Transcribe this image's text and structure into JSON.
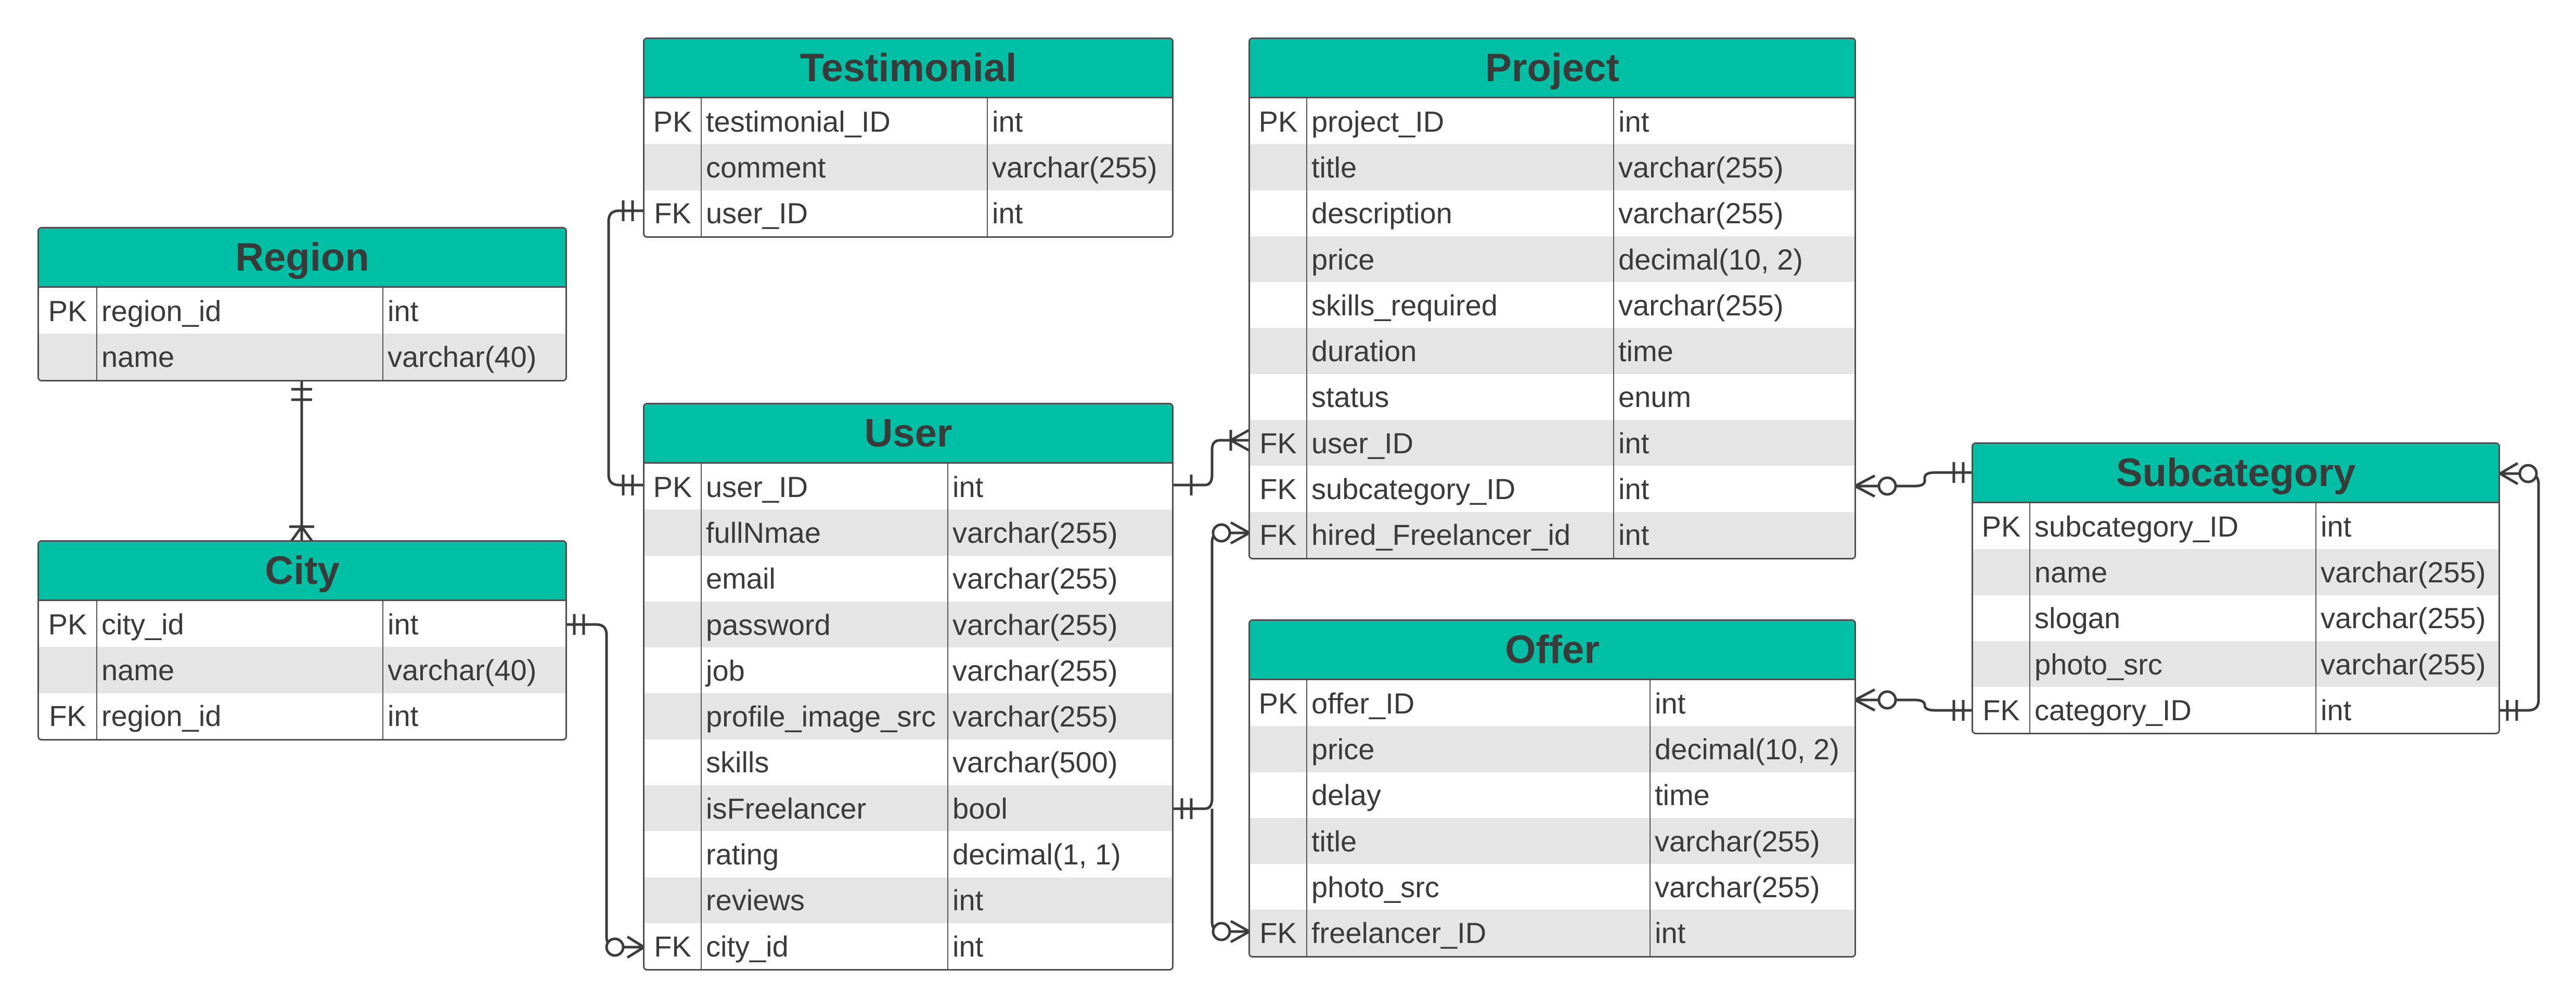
{
  "tables": {
    "testimonial": {
      "title": "Testimonial",
      "rows": [
        {
          "key": "PK",
          "name": "testimonial_ID",
          "type": "int"
        },
        {
          "key": "",
          "name": "comment",
          "type": "varchar(255)"
        },
        {
          "key": "FK",
          "name": "user_ID",
          "type": "int"
        }
      ]
    },
    "project": {
      "title": "Project",
      "rows": [
        {
          "key": "PK",
          "name": "project_ID",
          "type": "int"
        },
        {
          "key": "",
          "name": "title",
          "type": "varchar(255)"
        },
        {
          "key": "",
          "name": "description",
          "type": "varchar(255)"
        },
        {
          "key": "",
          "name": "price",
          "type": "decimal(10, 2)"
        },
        {
          "key": "",
          "name": "skills_required",
          "type": "varchar(255)"
        },
        {
          "key": "",
          "name": "duration",
          "type": "time"
        },
        {
          "key": "",
          "name": "status",
          "type": "enum"
        },
        {
          "key": "FK",
          "name": "user_ID",
          "type": "int"
        },
        {
          "key": "FK",
          "name": "subcategory_ID",
          "type": "int"
        },
        {
          "key": "FK",
          "name": "hired_Freelancer_id",
          "type": "int"
        }
      ]
    },
    "region": {
      "title": "Region",
      "rows": [
        {
          "key": "PK",
          "name": "region_id",
          "type": "int"
        },
        {
          "key": "",
          "name": "name",
          "type": "varchar(40)"
        }
      ]
    },
    "user": {
      "title": "User",
      "rows": [
        {
          "key": "PK",
          "name": "user_ID",
          "type": "int"
        },
        {
          "key": "",
          "name": "fullNmae",
          "type": "varchar(255)"
        },
        {
          "key": "",
          "name": "email",
          "type": "varchar(255)"
        },
        {
          "key": "",
          "name": "password",
          "type": "varchar(255)"
        },
        {
          "key": "",
          "name": "job",
          "type": "varchar(255)"
        },
        {
          "key": "",
          "name": "profile_image_src",
          "type": "varchar(255)"
        },
        {
          "key": "",
          "name": "skills",
          "type": "varchar(500)"
        },
        {
          "key": "",
          "name": "isFreelancer",
          "type": "bool"
        },
        {
          "key": "",
          "name": "rating",
          "type": "decimal(1, 1)"
        },
        {
          "key": "",
          "name": "reviews",
          "type": "int"
        },
        {
          "key": "FK",
          "name": "city_id",
          "type": "int"
        }
      ]
    },
    "subcategory": {
      "title": "Subcategory",
      "rows": [
        {
          "key": "PK",
          "name": "subcategory_ID",
          "type": "int"
        },
        {
          "key": "",
          "name": "name",
          "type": "varchar(255)"
        },
        {
          "key": "",
          "name": "slogan",
          "type": "varchar(255)"
        },
        {
          "key": "",
          "name": "photo_src",
          "type": "varchar(255)"
        },
        {
          "key": "FK",
          "name": "category_ID",
          "type": "int"
        }
      ]
    },
    "city": {
      "title": "City",
      "rows": [
        {
          "key": "PK",
          "name": "city_id",
          "type": "int"
        },
        {
          "key": "",
          "name": "name",
          "type": "varchar(40)"
        },
        {
          "key": "FK",
          "name": "region_id",
          "type": "int"
        }
      ]
    },
    "offer": {
      "title": "Offer",
      "rows": [
        {
          "key": "PK",
          "name": "offer_ID",
          "type": "int"
        },
        {
          "key": "",
          "name": "price",
          "type": "decimal(10, 2)"
        },
        {
          "key": "",
          "name": "delay",
          "type": "time"
        },
        {
          "key": "",
          "name": "title",
          "type": "varchar(255)"
        },
        {
          "key": "",
          "name": "photo_src",
          "type": "varchar(255)"
        },
        {
          "key": "FK",
          "name": "freelancer_ID",
          "type": "int"
        }
      ]
    }
  },
  "relationships": [
    {
      "from": "region.region_id",
      "to": "city.region_id",
      "from_card": "one-and-only-one",
      "to_card": "one-or-many"
    },
    {
      "from": "user.user_ID",
      "to": "testimonial.user_ID",
      "from_card": "one-and-only-one",
      "to_card": "one-and-only-one"
    },
    {
      "from": "city.city_id",
      "to": "user.city_id",
      "from_card": "one-and-only-one",
      "to_card": "zero-or-many"
    },
    {
      "from": "user.user_ID",
      "to": "project.user_ID",
      "from_card": "one",
      "to_card": "many"
    },
    {
      "from": "user.isFreelancer",
      "to": "project.hired_Freelancer_id",
      "from_card": "one-and-only-one",
      "to_card": "zero-or-many"
    },
    {
      "from": "user.isFreelancer",
      "to": "offer.freelancer_ID",
      "from_card": "one-and-only-one",
      "to_card": "zero-or-many"
    },
    {
      "from": "subcategory.subcategory_ID",
      "to": "project.subcategory_ID",
      "from_card": "one-and-only-one",
      "to_card": "zero-or-many"
    },
    {
      "from": "subcategory.category_ID",
      "to": "offer.offer_ID",
      "from_card": "one-and-only-one",
      "to_card": "zero-or-many"
    },
    {
      "from": "subcategory.category_ID",
      "to": "subcategory.subcategory_ID",
      "from_card": "one-and-only-one",
      "to_card": "zero-or-many"
    }
  ],
  "colors": {
    "header": "#00bfa5",
    "border": "#4d4d4d",
    "alt_row": "#e5e5e5",
    "text": "#3a3a3a"
  }
}
